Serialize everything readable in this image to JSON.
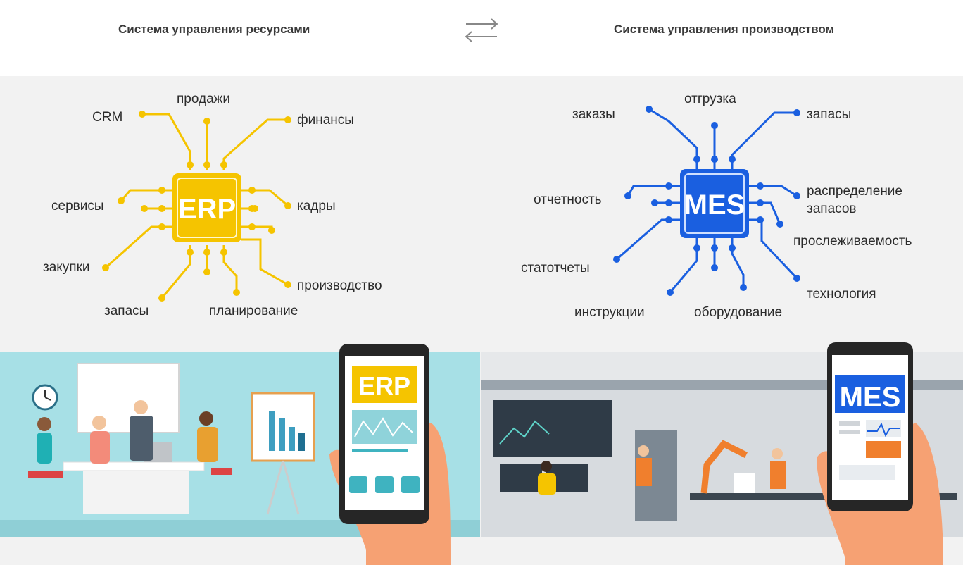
{
  "header": {
    "left_title": "Система управления ресурсами",
    "right_title": "Система управления производством",
    "exchange_icon": "two-way-arrows-icon"
  },
  "erp": {
    "chip_label": "ERP",
    "color": "#f5c400",
    "labels": {
      "crm": "CRM",
      "sales": "продажи",
      "finance": "финансы",
      "services": "сервисы",
      "hr": "кадры",
      "purchases": "закупки",
      "production": "производство",
      "stock": "запасы",
      "planning": "планирование"
    }
  },
  "mes": {
    "chip_label": "MES",
    "color": "#1a5fe0",
    "labels": {
      "orders": "заказы",
      "shipment": "отгрузка",
      "stock": "запасы",
      "reporting": "отчетность",
      "distribution": "распределение",
      "distribution2": "запасов",
      "traceability": "прослеживаемость",
      "statreports": "статотчеты",
      "technology": "технология",
      "instructions": "инструкции",
      "equipment": "оборудование"
    }
  },
  "phones": {
    "left_screen": "ERP",
    "right_screen": "MES"
  }
}
